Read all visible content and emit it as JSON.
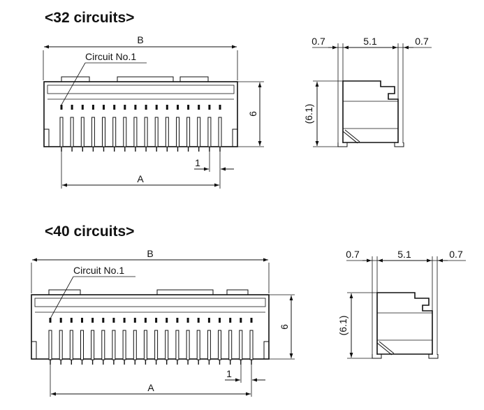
{
  "sections": [
    {
      "heading": "<32 circuits>",
      "circuit_label": "Circuit No.1",
      "dim_a": "A",
      "dim_b": "B",
      "dim_pitch": "1",
      "dim_height": "6",
      "side_left": "0.7",
      "side_mid": "5.1",
      "side_right": "0.7",
      "side_height": "(6.1)"
    },
    {
      "heading": "<40 circuits>",
      "circuit_label": "Circuit No.1",
      "dim_a": "A",
      "dim_b": "B",
      "dim_pitch": "1",
      "dim_height": "6",
      "side_left": "0.7",
      "side_mid": "5.1",
      "side_right": "0.7",
      "side_height": "(6.1)"
    }
  ]
}
